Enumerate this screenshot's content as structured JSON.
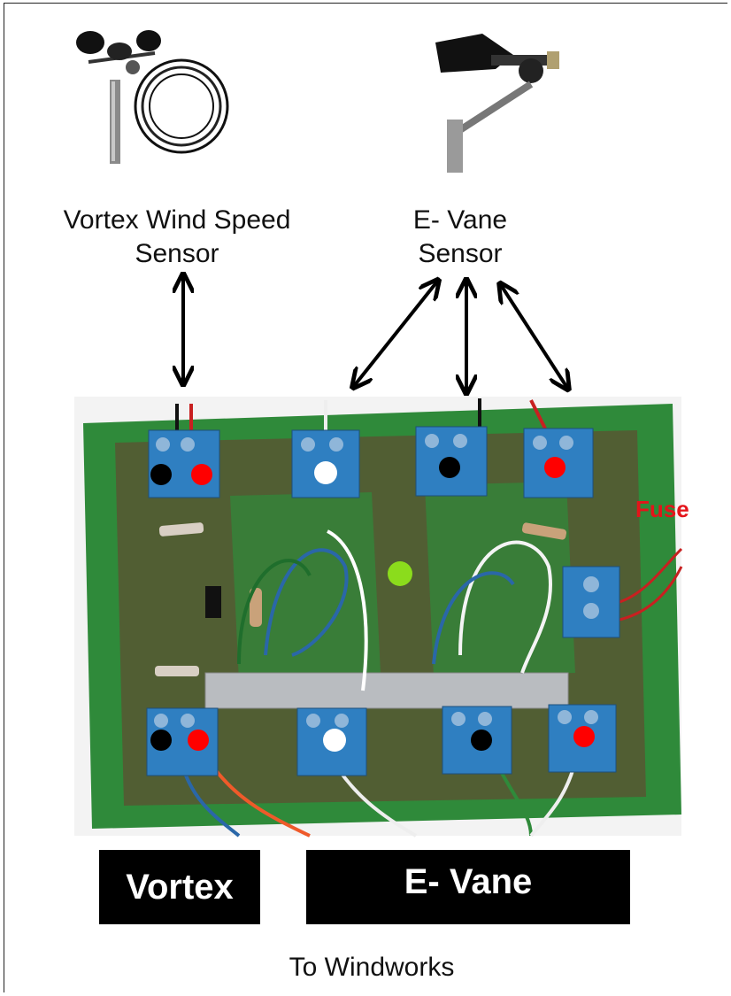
{
  "labels": {
    "vortex_sensor": [
      "Vortex Wind Speed",
      "Sensor"
    ],
    "evane_sensor": [
      "E- Vane",
      "Sensor"
    ],
    "fuse": "Fuse",
    "box_vortex": "Vortex",
    "box_evane": "E- Vane",
    "footer": "To Windworks"
  },
  "terminals_top": [
    {
      "pins": [
        "black",
        "red"
      ]
    },
    {
      "pins": [
        "white"
      ]
    },
    {
      "pins": [
        "black"
      ]
    },
    {
      "pins": [
        "red"
      ]
    }
  ],
  "terminals_bottom": [
    {
      "pins": [
        "black",
        "red"
      ]
    },
    {
      "pins": [
        "white"
      ]
    },
    {
      "pins": [
        "black"
      ]
    },
    {
      "pins": [
        "red"
      ]
    }
  ],
  "colors": {
    "board_green": "#2f8a3a",
    "terminal_blue": "#2f7fc1",
    "fuse_red": "#e4141a",
    "box_black": "#000000"
  }
}
